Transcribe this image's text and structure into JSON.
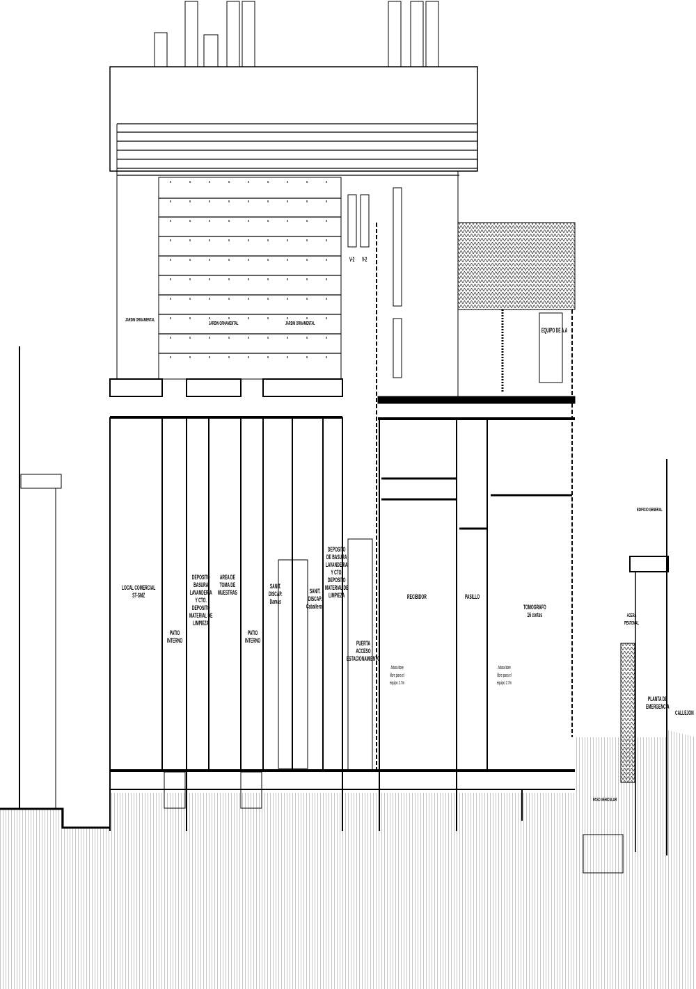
{
  "labels": {
    "local_comercial": "LOCAL COMERCIAL\nST-SMZ",
    "patio_interno_1": "PATIO\nINTERNO",
    "deposito_basura_1": "DEPOSITO\nBASURA\nLAVANDERIA\nY CTO.\nDEPOSITO\nMATERIAL DE\nLIMPIEZA",
    "toma_muestras": "AREA DE\nTOMA DE\nMUESTRAS",
    "patio_interno_2": "PATIO\nINTERNO",
    "sanit_damas": "SANIT.\nDISCAP.\nDamas",
    "sanit_caballeros": "SANIT.\nDISCAP.\nCaballeros",
    "deposito_basura_2": "DEPOSITO\nDE BASURA\nLAVANDERIA\nY CTO.\nDEPOSITO\nMATERIAL DE\nLIMPIEZA",
    "puerta_acceso": "PUERTA\nACCESO\nESTACIONAMIENTO",
    "recibidor": "RECIBIDOR",
    "pasillo": "PASILLO",
    "tomografo": "TOMOGRAFO\n16 cortes",
    "equipo_aa": "EQUIPO DE A.A",
    "jardin_1": "JARDIN ORNAMENTAL",
    "jardin_2": "JARDIN ORNAMENTAL",
    "jardin_3": "JARDIN ORNAMENTAL",
    "edificio": "EDIFICIO GENERAL",
    "planta_emergencia": "PLANTA DE\nEMERGENCIA",
    "callejon": "CALLEJON",
    "acera": "ACERA\nPEATONAL",
    "paso_vehicular": "PASO VEHICULAR",
    "v2_a": "V-2",
    "v2_b": "V-2",
    "nota_recibidor": "Altura libre\nlibre para el\nequipo 2.7m",
    "nota_tomografo": "Altura libre\nlibre para el\nequipo 2.7m"
  }
}
